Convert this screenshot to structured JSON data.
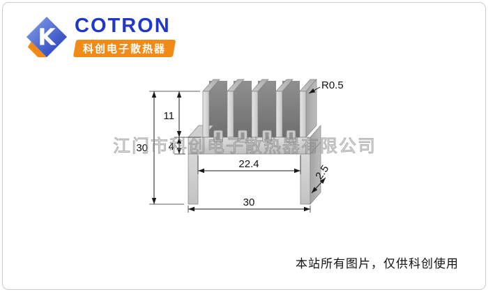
{
  "logo": {
    "brand": "COTRON",
    "tagline": "科创电子散热器",
    "brand_color": "#2038c8",
    "accent_orange": "#f28a17"
  },
  "watermark": {
    "text": "江门市科创电子散热器有限公司"
  },
  "footer": {
    "note": "本站所有图片，仅供科创使用"
  },
  "drawing": {
    "subject": "aluminum heatsink extrusion cross-section",
    "fin_count": 5,
    "dims": {
      "overall_height": "30",
      "fin_height": "11",
      "base_thickness": "4",
      "inner_width": "22.4",
      "leg_thickness": "2.5",
      "overall_width": "30",
      "corner_radius": "R0.5"
    }
  }
}
